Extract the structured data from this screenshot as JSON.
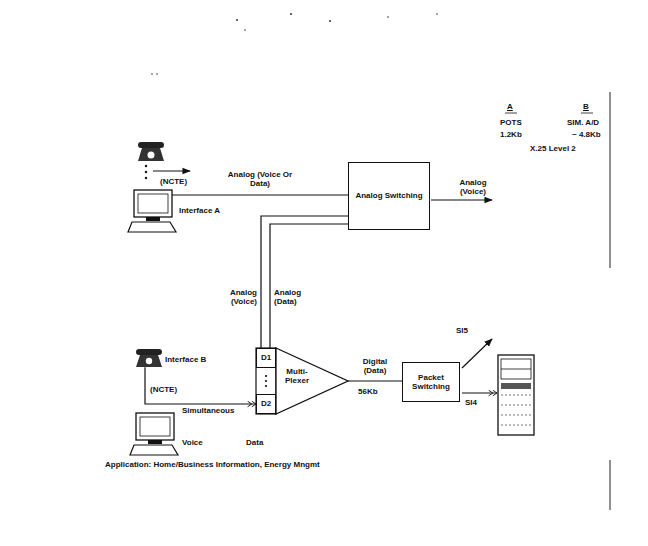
{
  "diagram": {
    "caption": "Application: Home/Business Information, Energy Mngmt",
    "nodes": [
      {
        "text": [
          "Interface A"
        ]
      },
      {
        "text": [
          "Analog Switching"
        ]
      },
      {
        "text": [
          "Multi-Plexer"
        ]
      },
      {
        "text": [
          "D1"
        ],
        "in": 2
      },
      {
        "text": [
          "D2"
        ],
        "in": 2
      },
      {
        "text": [
          "Interface B"
        ]
      },
      {
        "text": [
          "Packet Switching"
        ]
      }
    ],
    "edges": [
      {
        "from": 0,
        "to": 1,
        "arrow": "none",
        "label": "Analog (Voice Or Data)"
      },
      {
        "from": 1,
        "to": 3,
        "arrow": "none",
        "label": "Analog (Voice)"
      },
      {
        "from": 1,
        "to": 3,
        "arrow": "none",
        "label": "Analog (Data)"
      },
      {
        "from": 5,
        "to": 4,
        "arrow": "to"
      },
      {
        "from": 2,
        "to": 6,
        "arrow": "none",
        "label": "Digital (Data)"
      }
    ],
    "labels": [
      "(NCTE)",
      "Analog (Voice)",
      "A",
      "B",
      "POTS",
      "SIM. A/D",
      "1.2Kb",
      "~ 4.8Kb",
      "X.25 Level 2",
      "(NCTE)",
      "Simultaneous",
      "Voice",
      "Data",
      "56Kb",
      "SI5",
      "SI4"
    ]
  }
}
